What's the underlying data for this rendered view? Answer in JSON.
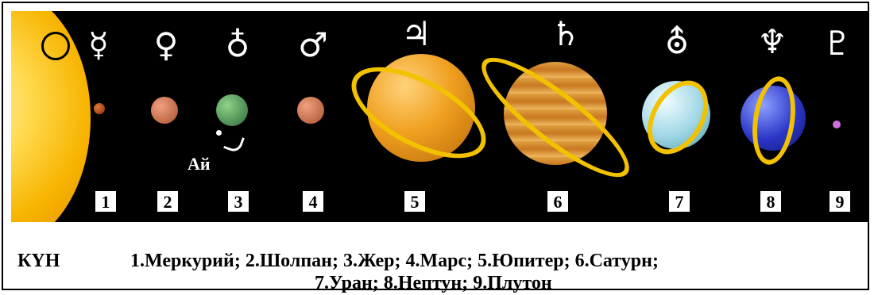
{
  "symbols": [
    "☿",
    "♀",
    "♁",
    "♂",
    "♃",
    "♄",
    "⛢",
    "♆",
    "♇"
  ],
  "moon_label": "Ай",
  "numbers": [
    "1",
    "2",
    "3",
    "4",
    "5",
    "6",
    "7",
    "8",
    "9"
  ],
  "caption": {
    "label": "КҮН",
    "line1": "1.Меркурий; 2.Шолпан; 3.Жер; 4.Марс; 5.Юпитер; 6.Сатурн;",
    "line2": "7.Уран; 8.Нептун; 9.Плутон"
  },
  "colors": {
    "background": "#000000",
    "ring": "#f2c200",
    "sun": "#f7b400"
  }
}
